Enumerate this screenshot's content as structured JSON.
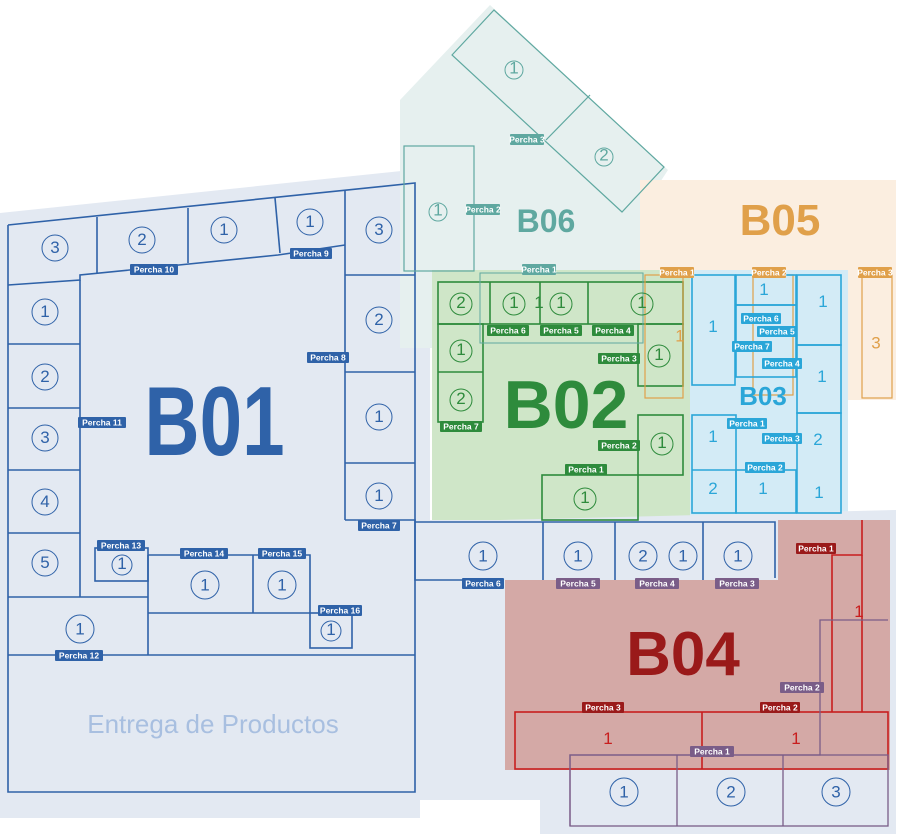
{
  "zones": {
    "B01": {
      "label": "B01",
      "color": "#2f62a8",
      "fill": "#e3e9f2"
    },
    "B02": {
      "label": "B02",
      "color": "#2e8b3c",
      "fill": "#cfe6c8"
    },
    "B03": {
      "label": "B03",
      "color": "#2aa6d8",
      "fill": "#d3ebf6"
    },
    "B04": {
      "label": "B04",
      "color": "#9a1a1a",
      "fill": "#d4a9a6"
    },
    "B05": {
      "label": "B05",
      "color": "#e0a04a",
      "fill": "#fbeee0"
    },
    "B06": {
      "label": "B06",
      "color": "#5fa8a0",
      "fill": "#e6f0ef"
    }
  },
  "delivery_area": {
    "label": "Entrega de Productos"
  },
  "perchas": {
    "b01": [
      "Percha 7",
      "Percha 8",
      "Percha 9",
      "Percha 10",
      "Percha 11",
      "Percha 12",
      "Percha 13",
      "Percha 14",
      "Percha 15",
      "Percha 16"
    ],
    "b01_extra": [
      "Percha 6"
    ],
    "b02": [
      "Percha 1",
      "Percha 2",
      "Percha 3",
      "Percha 4",
      "Percha 5",
      "Percha 6",
      "Percha 7"
    ],
    "b03": [
      "Percha 1",
      "Percha 2",
      "Percha 3",
      "Percha 4",
      "Percha 5",
      "Percha 6",
      "Percha 7"
    ],
    "b04": [
      "Percha 1",
      "Percha 2",
      "Percha 3"
    ],
    "b04_purple": [
      "Percha 1",
      "Percha 2",
      "Percha 3",
      "Percha 4",
      "Percha 5"
    ],
    "b05": [
      "Percha 1",
      "Percha 2",
      "Percha 3"
    ],
    "b06": [
      "Percha 1",
      "Percha 2",
      "Percha 3"
    ]
  },
  "slots": {
    "b01_top": [
      "3",
      "2",
      "1",
      "1"
    ],
    "b01_left": [
      "1",
      "2",
      "3",
      "4",
      "5"
    ],
    "b01_right": [
      "3",
      "2",
      "1",
      "1"
    ],
    "b01_inner": [
      "1",
      "1",
      "1",
      "1",
      "1"
    ],
    "b01_bottom": [
      "1",
      "1",
      "2",
      "1",
      "1"
    ],
    "b02": [
      "2",
      "1",
      "1",
      "1",
      "1",
      "1",
      "2",
      "1",
      "1",
      "1"
    ],
    "b03": [
      "1",
      "1",
      "1",
      "1",
      "1",
      "2",
      "2",
      "1",
      "1"
    ],
    "b04": [
      "1",
      "1",
      "1"
    ],
    "b04_bottom": [
      "1",
      "2",
      "3"
    ],
    "b05": [
      "1",
      "3"
    ],
    "b06": [
      "1",
      "2",
      "1"
    ]
  }
}
